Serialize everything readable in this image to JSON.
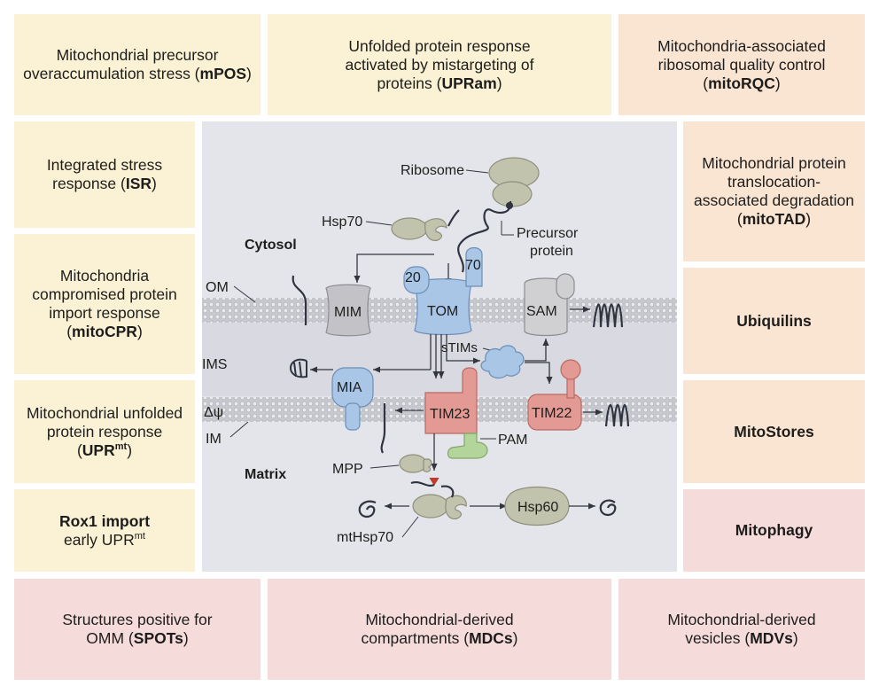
{
  "boxes": {
    "mpos": {
      "pre": "Mitochondrial precursor overaccumulation stress (",
      "abbr": "mPOS",
      "post": ")"
    },
    "upram": {
      "pre": "Unfolded protein response activated by mistargeting of proteins (",
      "abbr": "UPRam",
      "post": ")"
    },
    "mitorqc": {
      "pre": "Mitochondria-associated ribosomal quality control (",
      "abbr": "mitoRQC",
      "post": ")"
    },
    "isr": {
      "pre": "Integrated stress response (",
      "abbr": "ISR",
      "post": ")"
    },
    "mitotad": {
      "pre": "Mitochondrial protein translocation-associated degradation (",
      "abbr": "mitoTAD",
      "post": ")"
    },
    "mitocpr": {
      "pre": "Mitochondria compromised protein import response (",
      "abbr": "mitoCPR",
      "post": ")"
    },
    "ubiquilins": {
      "label": "Ubiquilins"
    },
    "uprmt": {
      "pre": "Mitochondrial unfolded protein response (",
      "abbr": "UPR",
      "sup": "mt",
      "post": ")"
    },
    "mitostores": {
      "label": "MitoStores"
    },
    "rox1": {
      "title": "Rox1 import",
      "sub": "early UPR",
      "sup": "mt"
    },
    "mitophagy": {
      "label": "Mitophagy"
    },
    "spots": {
      "pre": "Structures positive for OMM (",
      "abbr": "SPOTs",
      "post": ")"
    },
    "mdcs": {
      "pre": "Mitochondrial-derived compartments (",
      "abbr": "MDCs",
      "post": ")"
    },
    "mdvs": {
      "pre": "Mitochondrial-derived vesicles (",
      "abbr": "MDVs",
      "post": ")"
    }
  },
  "diagram": {
    "ribosome": "Ribosome",
    "hsp70": "Hsp70",
    "precursor": [
      "Precursor",
      "protein"
    ],
    "cytosol": "Cytosol",
    "om": "OM",
    "ims": "IMS",
    "delta_psi": "Δψ",
    "im": "IM",
    "matrix": "Matrix",
    "mim": "MIM",
    "tom": "TOM",
    "tom20": "20",
    "tom70": "70",
    "sam": "SAM",
    "stims": "sTIMs",
    "mia": "MIA",
    "tim23": "TIM23",
    "tim22": "TIM22",
    "pam": "PAM",
    "mpp": "MPP",
    "mthsp70": "mtHsp70",
    "hsp60": "Hsp60"
  },
  "colors": {
    "yellow_box": "#fbf1d4",
    "orange_box": "#fae5d3",
    "pink_box": "#f5dcda",
    "panel": "#e4e5ea",
    "membrane_band": "#c5c6cc",
    "blue_protein": "#a9c6e6",
    "gray_protein": "#d0d0d2",
    "red_protein": "#e39a94",
    "green_protein": "#b3d59b",
    "olive_protein": "#c2c3ad",
    "mpp_arrow": "#c0392b"
  }
}
